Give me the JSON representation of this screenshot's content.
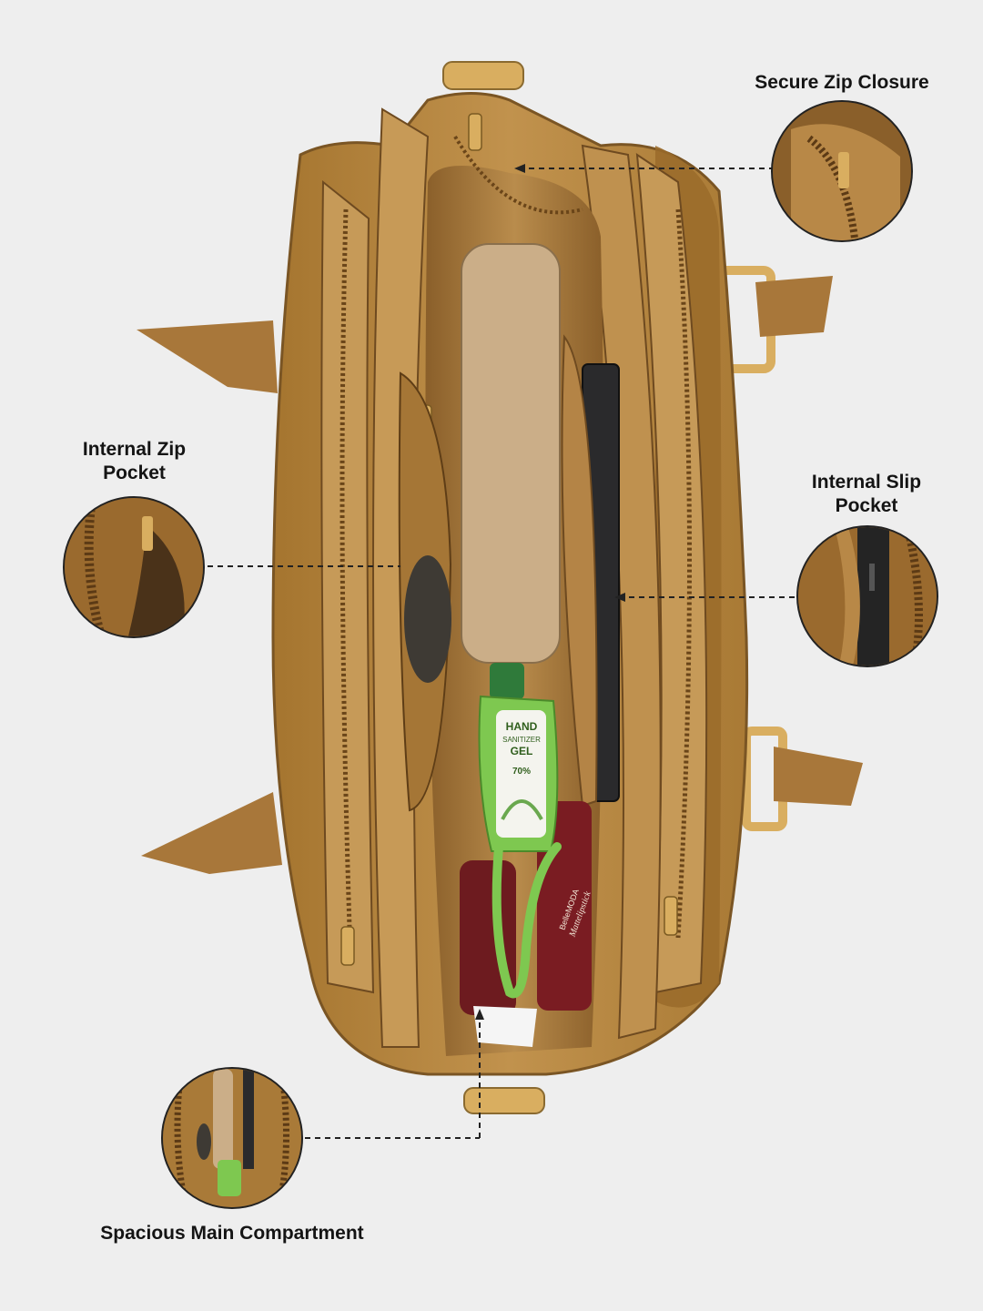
{
  "callouts": {
    "secure_zip": "Secure Zip Closure",
    "internal_zip_line1": "Internal Zip",
    "internal_zip_line2": "Pocket",
    "internal_slip_line1": "Internal Slip",
    "internal_slip_line2": "Pocket",
    "main_compartment": "Spacious Main Compartment"
  },
  "product_text": {
    "sanitizer_line1": "HAND",
    "sanitizer_line2": "SANITIZER",
    "sanitizer_line3": "GEL",
    "sanitizer_line4": "70%",
    "lipstick_brand": "BelleMODA",
    "lipstick_name": "Mattelipstick"
  },
  "colors": {
    "background": "#eeeeee",
    "bag_tan": "#b3843f",
    "bag_dark": "#7a5524",
    "hardware_gold": "#d9ae60",
    "sanitizer_green": "#7ec850"
  }
}
